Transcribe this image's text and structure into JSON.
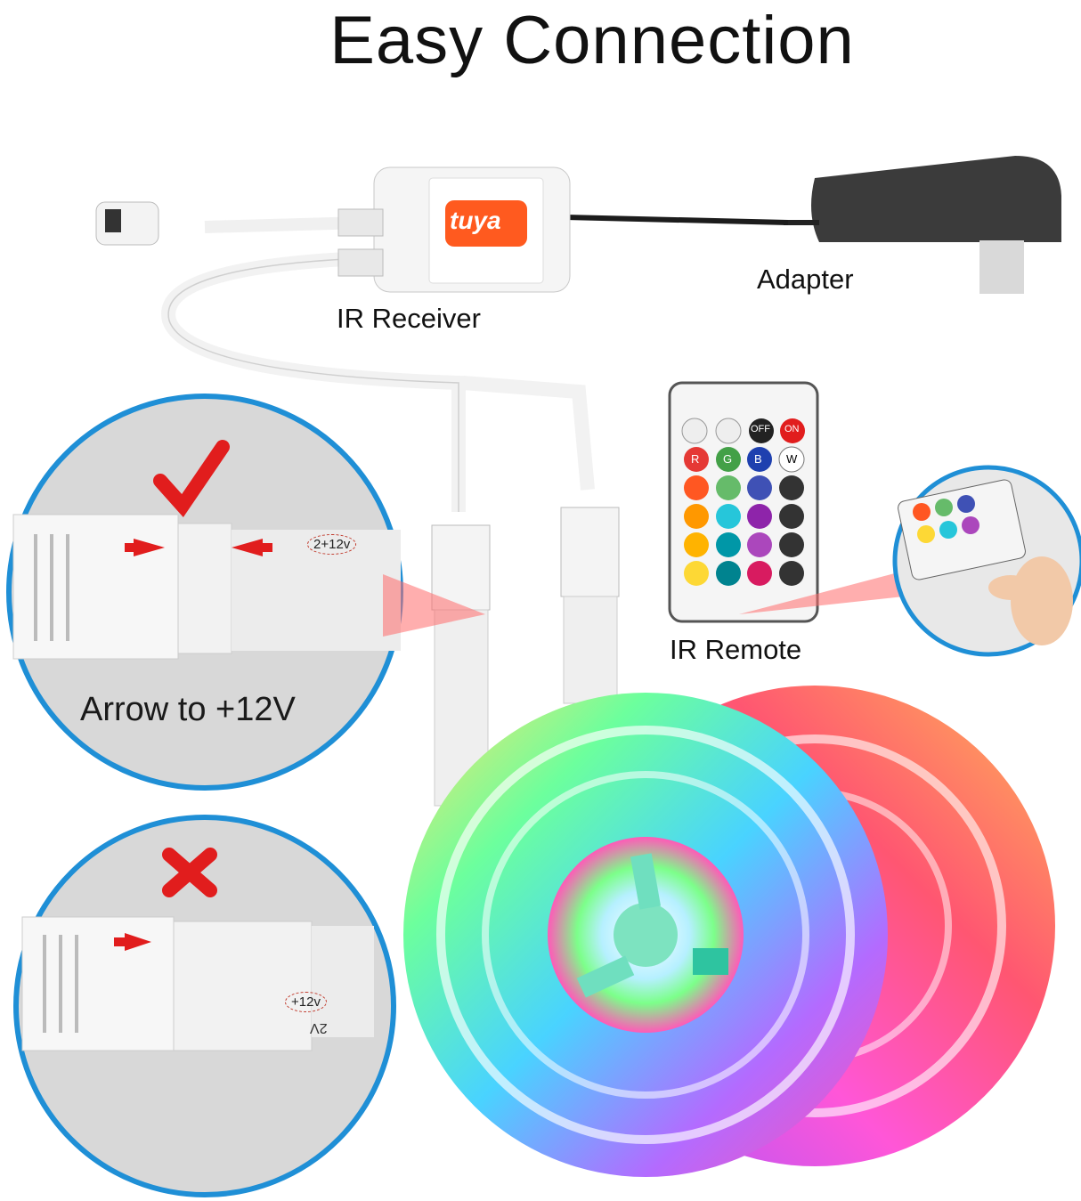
{
  "title": "Easy Connection",
  "labels": {
    "ir_receiver": "IR Receiver",
    "adapter": "Adapter",
    "ir_remote": "IR Remote",
    "arrow_hint": "Arrow to +12V"
  },
  "tags": {
    "top_voltage": "2+12v",
    "bottom_voltage": "+12v",
    "mirrored_text": "2V"
  },
  "brand": "tuya",
  "remote_buttons": [
    "OFF",
    "ON",
    "R",
    "G",
    "B",
    "W"
  ],
  "colors": {
    "accent_blue": "#1f8fd6",
    "tuya_orange": "#ff5a1f",
    "check_red": "#e11d1d"
  }
}
